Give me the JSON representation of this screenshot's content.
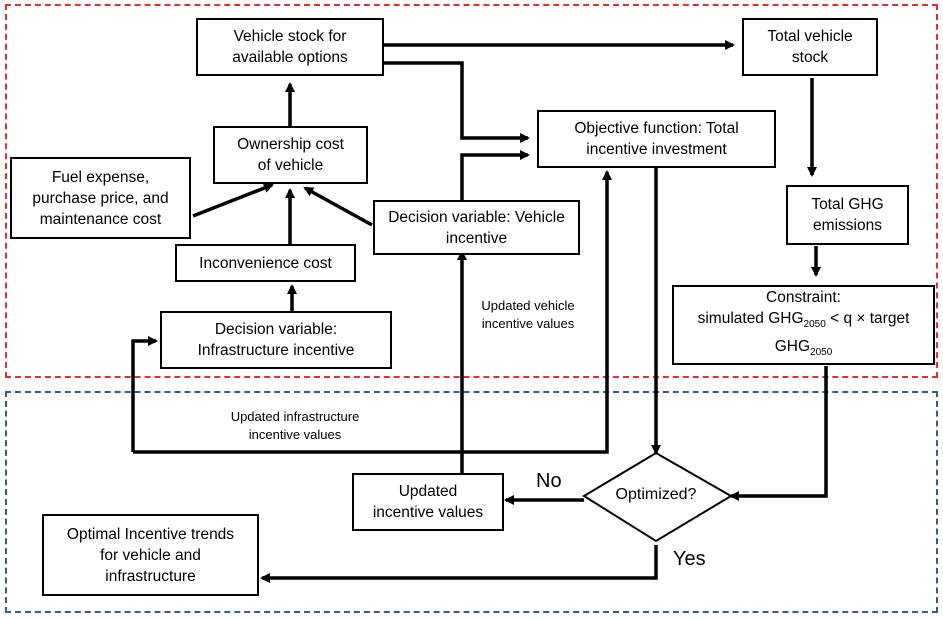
{
  "nodes": {
    "vehicle_stock": [
      "Vehicle stock for",
      "available options"
    ],
    "total_stock": [
      "Total vehicle",
      "stock"
    ],
    "objective": [
      "Objective function: Total",
      "incentive investment"
    ],
    "ownership": [
      "Ownership cost",
      "of vehicle"
    ],
    "fuel": [
      "Fuel expense,",
      "purchase price, and",
      "maintenance cost"
    ],
    "decision_vehicle": [
      "Decision variable: Vehicle",
      "incentive"
    ],
    "total_ghg": [
      "Total GHG",
      "emissions"
    ],
    "inconvenience": "Inconvenience cost",
    "decision_infra": [
      "Decision variable:",
      "Infrastructure incentive"
    ],
    "constraint": {
      "line1": "Constraint:",
      "line2_pre": "simulated GHG",
      "sub": "2050",
      "line2_post": " < q × target",
      "line3_pre": "GHG"
    },
    "updated": [
      "Updated",
      "incentive values"
    ],
    "optimal": [
      "Optimal Incentive trends",
      "for vehicle and",
      "infrastructure"
    ],
    "optimized": "Optimized?"
  },
  "labels": {
    "updated_vehicle": [
      "Updated vehicle",
      "incentive values"
    ],
    "updated_infra": [
      "Updated infrastructure",
      "incentive values"
    ],
    "no": "No",
    "yes": "Yes"
  },
  "colors": {
    "top_region": "#e03030",
    "bottom_region": "#2f5c9a",
    "line": "#000000"
  }
}
